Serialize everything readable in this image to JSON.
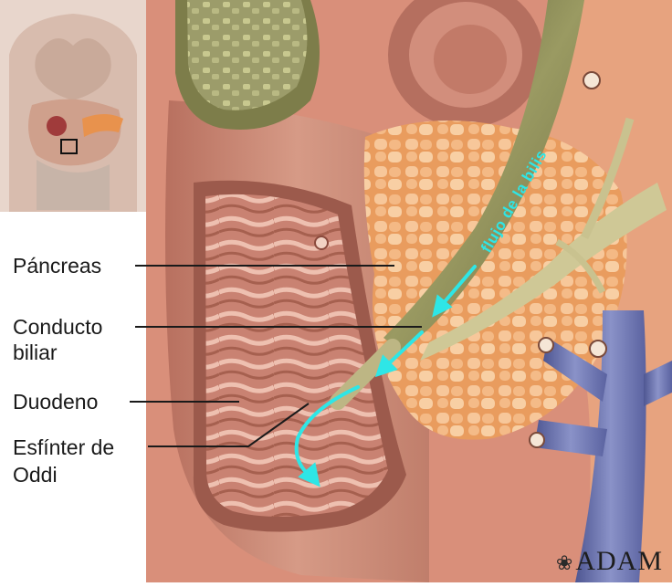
{
  "labels": {
    "pancreas": "Páncreas",
    "bile_duct_line1": "Conducto",
    "bile_duct_line2": "biliar",
    "duodenum": "Duodeno",
    "sphincter_line1": "Esfínter de",
    "sphincter_line2": "Oddi"
  },
  "flow_text": "flujo de la bilis",
  "brand": "ADAM",
  "colors": {
    "flow_arrow": "#2ee6e6",
    "duodenum_wall": "#c98a78",
    "pancreas": "#f0a86a",
    "bile_duct": "#8a8a55",
    "vein": "#6f78b0",
    "leader_line": "#1a1a1a"
  }
}
